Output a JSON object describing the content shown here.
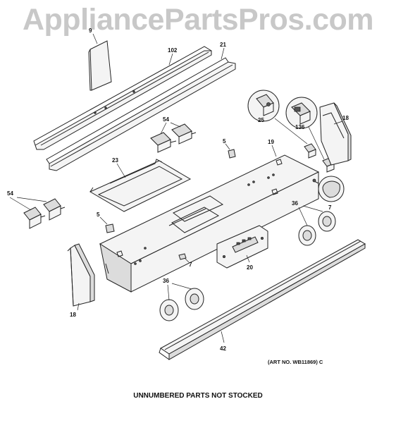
{
  "watermark": "AppliancePartsPros.com",
  "footer_note": "UNNUMBERED PARTS NOT STOCKED",
  "art_number": "(ART NO. WB11869) C",
  "callouts": {
    "c9": "9",
    "c102": "102",
    "c21": "21",
    "c54a": "54",
    "c23": "23",
    "c5a": "5",
    "c19": "19",
    "c25": "25",
    "c136": "136",
    "c18a": "18",
    "c7a": "7",
    "c54b": "54",
    "c5b": "5",
    "c36a": "36",
    "c7b": "7",
    "c20": "20",
    "c18b": "18",
    "c36b": "36",
    "c42": "42"
  }
}
